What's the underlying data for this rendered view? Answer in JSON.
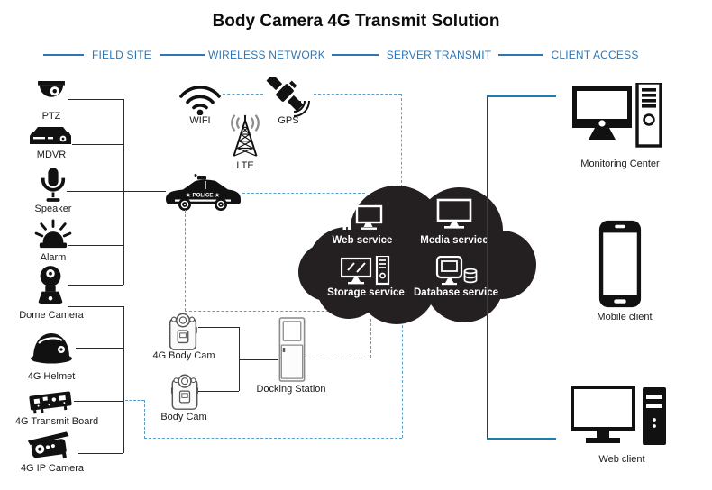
{
  "title": "Body Camera 4G Transmit Solution",
  "header": {
    "sections": [
      "FIELD SITE",
      "WIRELESS NETWORK",
      "SERVER TRANSMIT",
      "CLIENT ACCESS"
    ]
  },
  "field_site": {
    "group1": [
      {
        "label": "PTZ",
        "icon": "ptz-dome-camera-icon"
      },
      {
        "label": "MDVR",
        "icon": "mdvr-recorder-icon"
      },
      {
        "label": "Speaker",
        "icon": "microphone-icon"
      },
      {
        "label": "Alarm",
        "icon": "alarm-siren-icon"
      },
      {
        "label": "Dome Camera",
        "icon": "dome-camera-icon"
      }
    ],
    "group2": [
      {
        "label": "4G Helmet",
        "icon": "helmet-icon"
      },
      {
        "label": "4G Transmit Board",
        "icon": "circuit-board-icon"
      },
      {
        "label": "4G IP Camera",
        "icon": "bullet-camera-icon"
      }
    ]
  },
  "wireless_network": {
    "nodes": [
      {
        "label": "WIFI",
        "icon": "wifi-icon"
      },
      {
        "label": "GPS",
        "icon": "satellite-icon"
      },
      {
        "label": "LTE",
        "icon": "cell-tower-icon"
      }
    ],
    "police_car_text": "★ POLICE ★",
    "devices": [
      {
        "label": "4G Body Cam",
        "icon": "body-camera-icon"
      },
      {
        "label": "Body Cam",
        "icon": "body-camera-icon"
      },
      {
        "label": "Docking Station",
        "icon": "docking-station-icon"
      }
    ]
  },
  "server_transmit": {
    "services": [
      {
        "label": "Web service",
        "icon": "web-service-icon"
      },
      {
        "label": "Media service",
        "icon": "media-service-icon"
      },
      {
        "label": "Storage service",
        "icon": "storage-service-icon"
      },
      {
        "label": "Database service",
        "icon": "database-service-icon"
      }
    ]
  },
  "client_access": {
    "clients": [
      {
        "label": "Monitoring Center",
        "icon": "desktop-tower-computer-icon"
      },
      {
        "label": "Mobile client",
        "icon": "smartphone-icon"
      },
      {
        "label": "Web client",
        "icon": "desktop-tower-computer-icon"
      }
    ]
  },
  "colors": {
    "section_blue": "#2e75b5",
    "dashed_line_blue": "#5b9ec9",
    "client_link_blue": "#1b7fad",
    "line_black": "#2a2a2a",
    "cloud_black": "#242021"
  }
}
